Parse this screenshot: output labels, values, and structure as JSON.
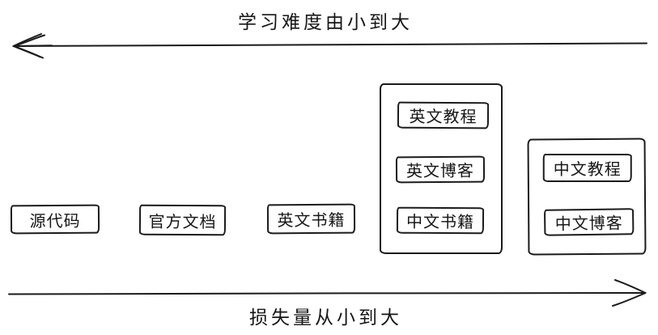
{
  "diagram": {
    "top_axis": {
      "label": "学习难度由小到大",
      "arrow_direction": "left"
    },
    "bottom_axis": {
      "label": "损失量从小到大",
      "arrow_direction": "right"
    },
    "standalone_items": [
      {
        "label": "源代码"
      },
      {
        "label": "官方文档"
      },
      {
        "label": "英文书籍"
      }
    ],
    "groups": [
      {
        "items": [
          {
            "label": "英文教程"
          },
          {
            "label": "英文博客"
          },
          {
            "label": "中文书籍"
          }
        ]
      },
      {
        "items": [
          {
            "label": "中文教程"
          },
          {
            "label": "中文博客"
          }
        ]
      }
    ],
    "colors": {
      "stroke": "#1b1b1b",
      "text": "#161616",
      "background": "#ffffff"
    }
  }
}
